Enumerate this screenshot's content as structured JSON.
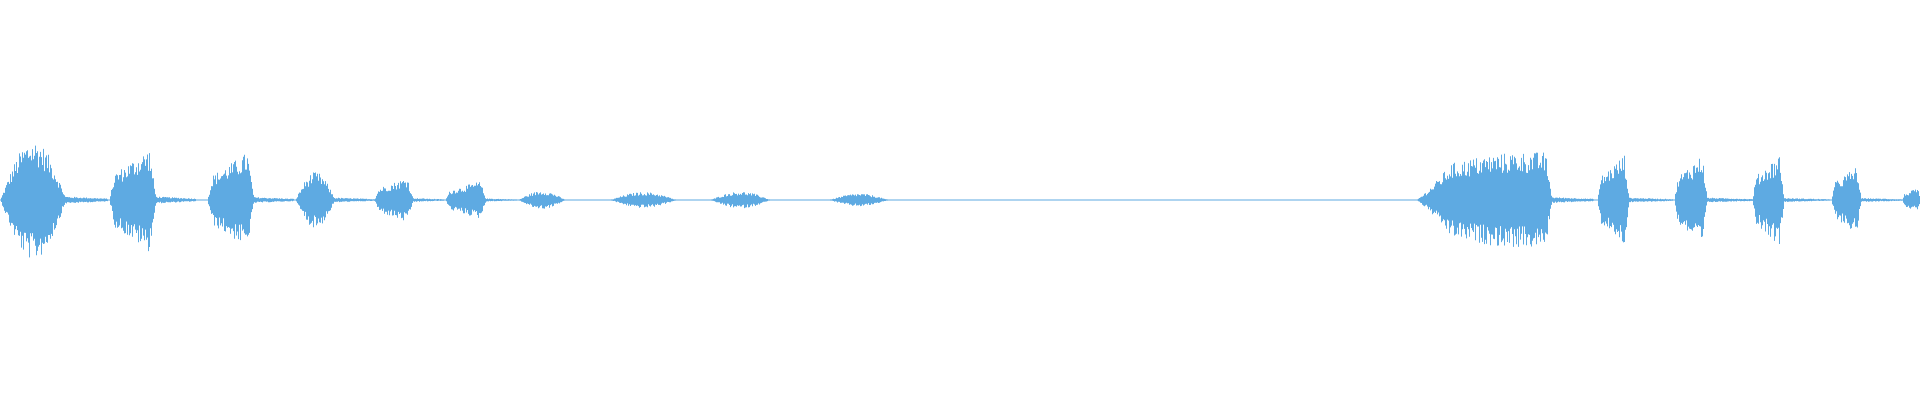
{
  "waveform": {
    "color": "#5EAAE2",
    "background": "#FFFFFF",
    "bursts": [
      {
        "start": 0.0,
        "end": 0.034,
        "peak": 0.3,
        "shape": "dome"
      },
      {
        "start": 0.034,
        "end": 0.056,
        "peak": 0.018,
        "shape": "tail"
      },
      {
        "start": 0.057,
        "end": 0.081,
        "peak": 0.26,
        "shape": "rise"
      },
      {
        "start": 0.081,
        "end": 0.102,
        "peak": 0.018,
        "shape": "tail"
      },
      {
        "start": 0.108,
        "end": 0.132,
        "peak": 0.24,
        "shape": "rise"
      },
      {
        "start": 0.132,
        "end": 0.153,
        "peak": 0.015,
        "shape": "tail"
      },
      {
        "start": 0.154,
        "end": 0.174,
        "peak": 0.14,
        "shape": "dome"
      },
      {
        "start": 0.174,
        "end": 0.195,
        "peak": 0.012,
        "shape": "tail"
      },
      {
        "start": 0.195,
        "end": 0.215,
        "peak": 0.115,
        "shape": "rise"
      },
      {
        "start": 0.215,
        "end": 0.231,
        "peak": 0.01,
        "shape": "tail"
      },
      {
        "start": 0.232,
        "end": 0.253,
        "peak": 0.095,
        "shape": "rise"
      },
      {
        "start": 0.253,
        "end": 0.269,
        "peak": 0.008,
        "shape": "tail"
      },
      {
        "start": 0.27,
        "end": 0.294,
        "peak": 0.045,
        "shape": "dome"
      },
      {
        "start": 0.318,
        "end": 0.352,
        "peak": 0.04,
        "shape": "dome"
      },
      {
        "start": 0.37,
        "end": 0.401,
        "peak": 0.042,
        "shape": "dome"
      },
      {
        "start": 0.432,
        "end": 0.462,
        "peak": 0.032,
        "shape": "dome"
      },
      {
        "start": 0.738,
        "end": 0.808,
        "peak": 0.24,
        "shape": "swell"
      },
      {
        "start": 0.808,
        "end": 0.83,
        "peak": 0.015,
        "shape": "tail"
      },
      {
        "start": 0.832,
        "end": 0.848,
        "peak": 0.23,
        "shape": "rise"
      },
      {
        "start": 0.848,
        "end": 0.871,
        "peak": 0.012,
        "shape": "tail"
      },
      {
        "start": 0.872,
        "end": 0.889,
        "peak": 0.23,
        "shape": "rise"
      },
      {
        "start": 0.889,
        "end": 0.913,
        "peak": 0.012,
        "shape": "tail"
      },
      {
        "start": 0.913,
        "end": 0.929,
        "peak": 0.23,
        "shape": "rise"
      },
      {
        "start": 0.929,
        "end": 0.953,
        "peak": 0.01,
        "shape": "tail"
      },
      {
        "start": 0.954,
        "end": 0.969,
        "peak": 0.17,
        "shape": "rise"
      },
      {
        "start": 0.969,
        "end": 0.991,
        "peak": 0.01,
        "shape": "tail"
      },
      {
        "start": 0.991,
        "end": 1.0,
        "peak": 0.06,
        "shape": "rise"
      }
    ]
  }
}
